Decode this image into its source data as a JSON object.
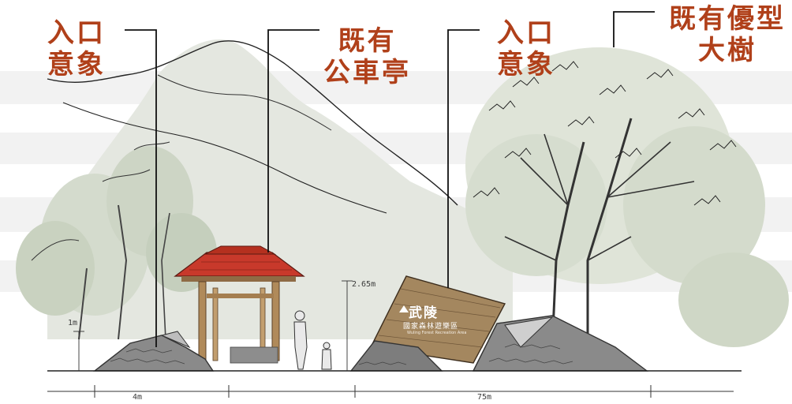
{
  "labels": {
    "entrance_image_left": [
      "入口",
      "意象"
    ],
    "existing_bus_shelter": [
      "既有",
      "公車亭"
    ],
    "entrance_image_right": [
      "入口",
      "意象"
    ],
    "existing_tree": [
      "既有優型",
      "大樹"
    ]
  },
  "sign": {
    "title": "武陵",
    "subtitle": "國家森林遊樂區",
    "english": "Wuling Forest Recreation Area"
  },
  "dimensions": {
    "height_small": "1m",
    "height_sign": "2.65m",
    "width_left": "4m",
    "width_right": "75m"
  },
  "colors": {
    "label_text": "#b0401a",
    "roof": "#c8392b",
    "shelter_wood": "#b08a5a",
    "sign_wood": "#a4875f",
    "stone": "#7b7b7b",
    "foliage": "#6f7f5f"
  }
}
